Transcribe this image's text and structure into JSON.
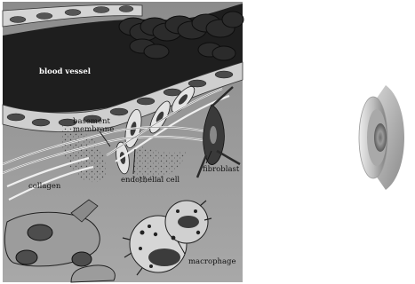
{
  "illustration": {
    "labels": {
      "blood_vessel": "blood vessel",
      "basement_membrane_line1": "basement",
      "basement_membrane_line2": "membrane",
      "collagen": "collagen",
      "endothelial_cell": "endothelial cell",
      "fibroblast": "fibroblast",
      "macrophage": "macrophage"
    }
  },
  "speaker": {
    "icon": "speaker-icon"
  }
}
